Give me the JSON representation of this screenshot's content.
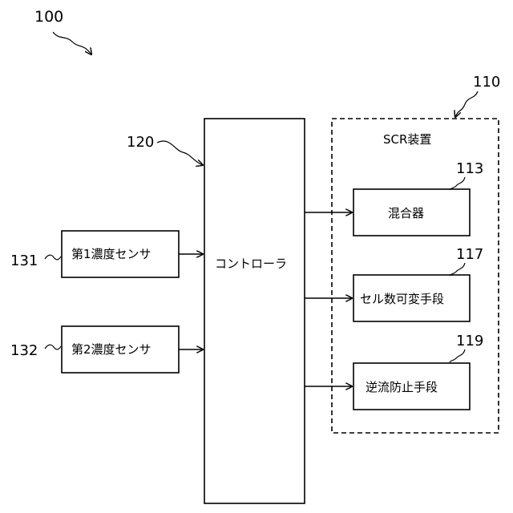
{
  "figure": {
    "ref_main": "100",
    "controller": {
      "ref": "120",
      "label": "コントローラ"
    },
    "scr_device": {
      "ref": "110",
      "label": "SCR装置"
    },
    "sensors": [
      {
        "ref": "131",
        "label": "第1濃度センサ"
      },
      {
        "ref": "132",
        "label": "第2濃度センサ"
      }
    ],
    "components": [
      {
        "ref": "113",
        "label": "混合器"
      },
      {
        "ref": "117",
        "label": "セル数可変手段"
      },
      {
        "ref": "119",
        "label": "逆流防止手段"
      }
    ]
  }
}
